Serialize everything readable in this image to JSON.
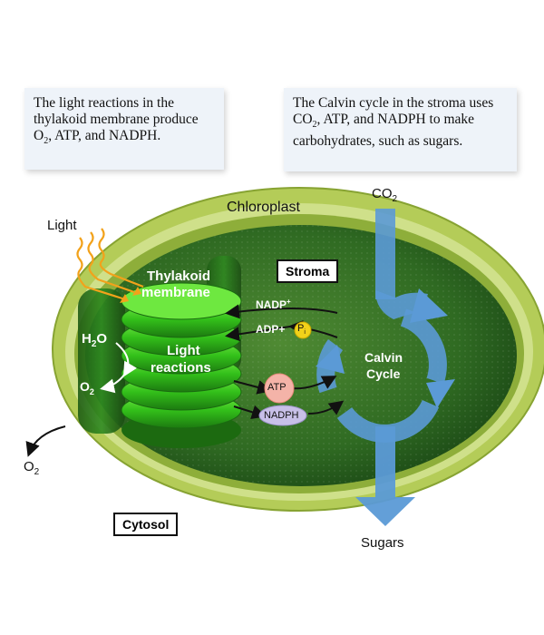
{
  "callouts": {
    "left_parts": [
      "The light reactions in the thylakoid membrane produce O",
      "2",
      ", ATP, and NADPH."
    ],
    "right_parts": [
      "The Calvin cycle in the stroma uses CO",
      "2",
      ", ATP, and NADPH to make carbohydrates, such as sugars."
    ]
  },
  "labels": {
    "chloroplast": "Chloroplast",
    "light": "Light",
    "thylakoid_1": "Thylakoid",
    "thylakoid_2": "membrane",
    "light_reactions_1": "Light",
    "light_reactions_2": "reactions",
    "stroma": "Stroma",
    "cytosol": "Cytosol",
    "calvin_1": "Calvin",
    "calvin_2": "Cycle",
    "sugars": "Sugars",
    "co2_base": "CO",
    "co2_sub": "2",
    "h2o_a": "H",
    "h2o_sub": "2",
    "h2o_b": "O",
    "o2_inner_base": "O",
    "o2_inner_sub": "2",
    "o2_outer_base": "O",
    "o2_outer_sub": "2",
    "nadp_base": "NADP",
    "nadp_sup": "+",
    "adp": "ADP+",
    "pi_base": "P",
    "pi_sub": "i",
    "atp": "ATP",
    "nadph": "NADPH"
  },
  "colors": {
    "chloroplast_rim": "#a6c24a",
    "chloroplast_inner": "#2d6420",
    "thylakoid_green": "#3ec81e",
    "calvin_arrow": "#5b9ad6",
    "callout_bg": "#eef3f9",
    "atp_badge": "#f4b3a8",
    "nadph_badge": "#c8c0e8",
    "pi_badge": "#f2d21a",
    "light_wave": "#f2a21b"
  }
}
